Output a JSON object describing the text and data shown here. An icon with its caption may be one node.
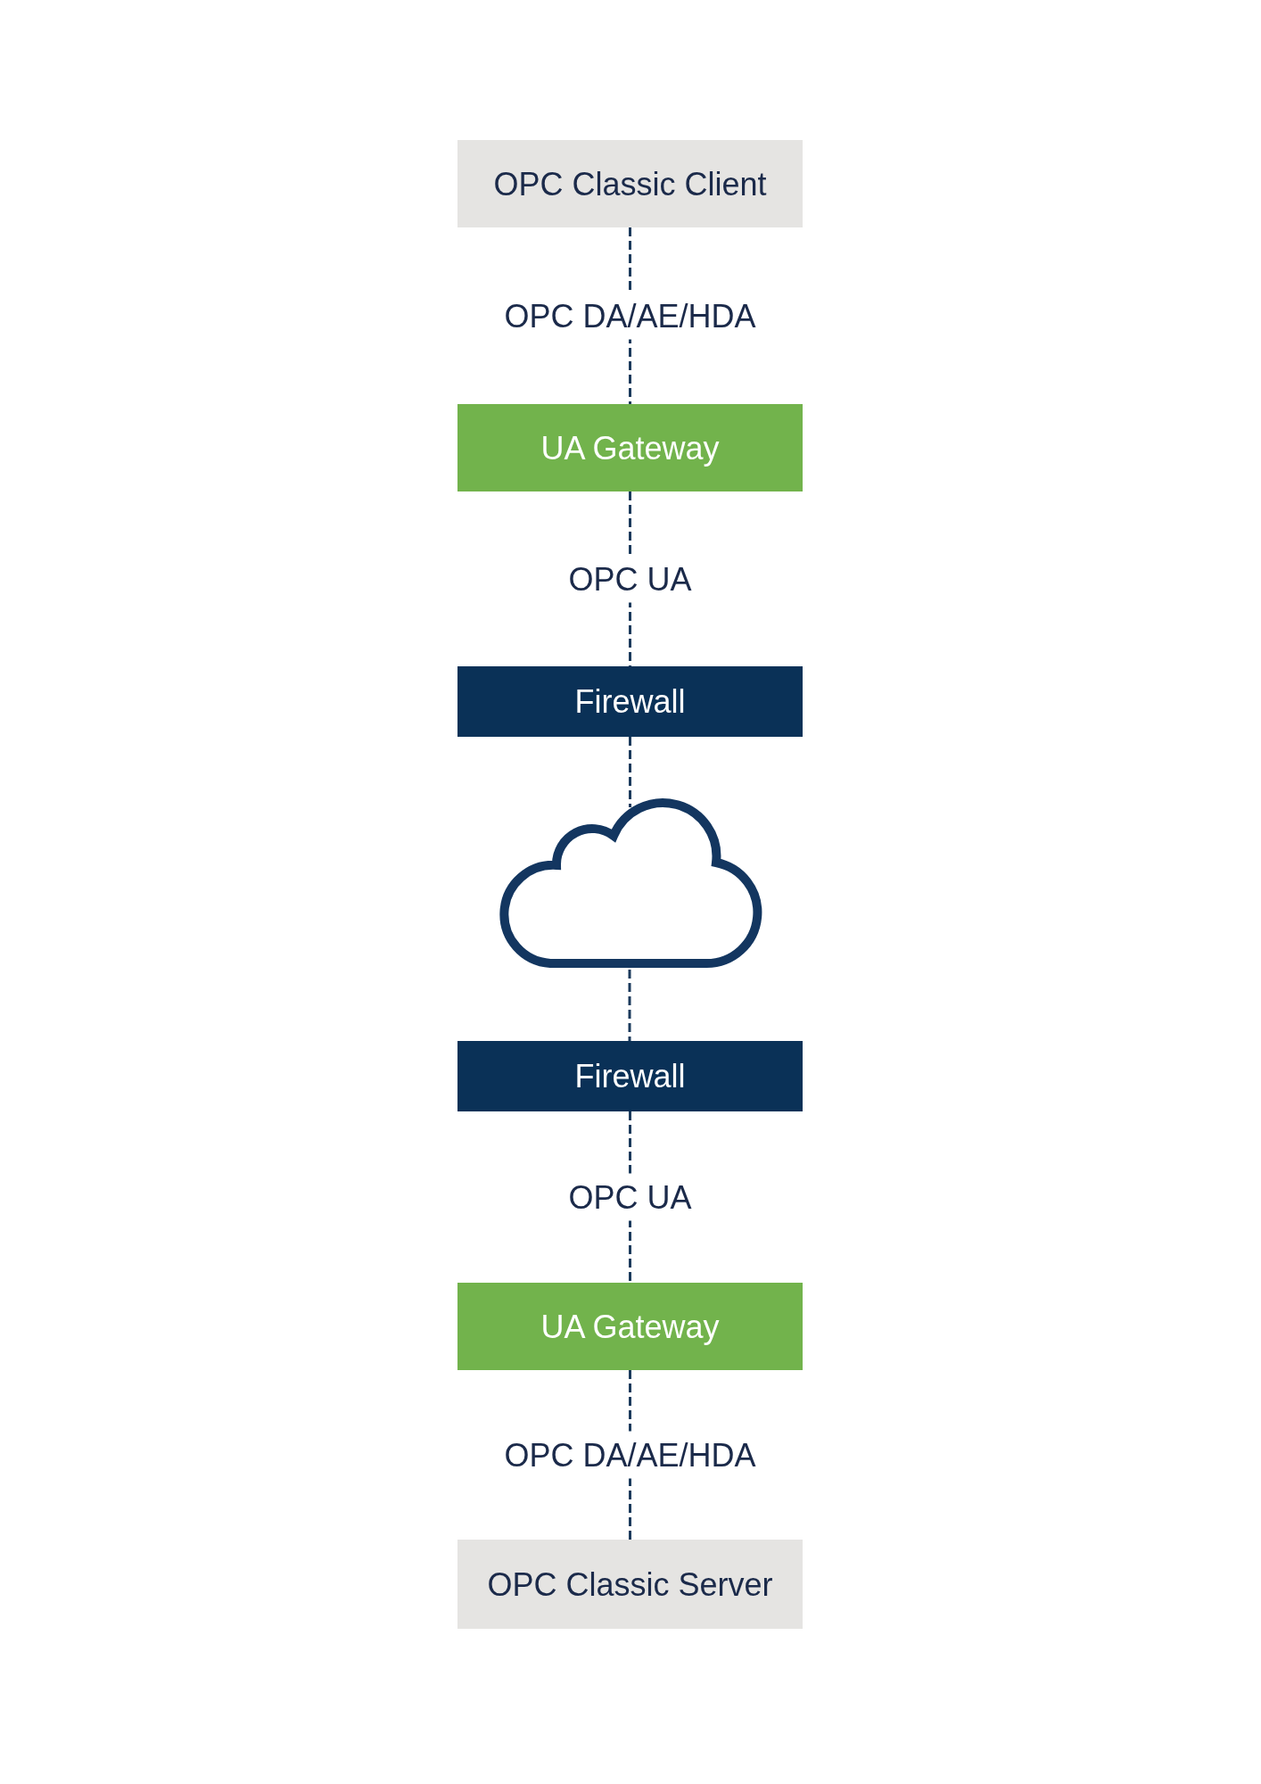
{
  "diagram": {
    "nodes": [
      {
        "text": [
          "OPC Classic Client"
        ]
      },
      {
        "text": [
          "UA Gateway"
        ]
      },
      {
        "text": [
          "Firewall"
        ]
      },
      {
        "text": [],
        "shape": "cloud"
      },
      {
        "text": [
          "Firewall"
        ]
      },
      {
        "text": [
          "UA Gateway"
        ]
      },
      {
        "text": [
          "OPC Classic Server"
        ]
      }
    ],
    "edges": [
      {
        "from": 0,
        "to": 1,
        "arrow": "none",
        "style": "dashed",
        "label": "OPC DA/AE/HDA"
      },
      {
        "from": 1,
        "to": 2,
        "arrow": "none",
        "style": "dashed",
        "label": "OPC UA"
      },
      {
        "from": 2,
        "to": 3,
        "arrow": "none",
        "style": "dashed"
      },
      {
        "from": 3,
        "to": 4,
        "arrow": "none",
        "style": "dashed"
      },
      {
        "from": 4,
        "to": 5,
        "arrow": "none",
        "style": "dashed",
        "label": "OPC UA"
      },
      {
        "from": 5,
        "to": 6,
        "arrow": "none",
        "style": "dashed",
        "label": "OPC DA/AE/HDA"
      }
    ]
  }
}
